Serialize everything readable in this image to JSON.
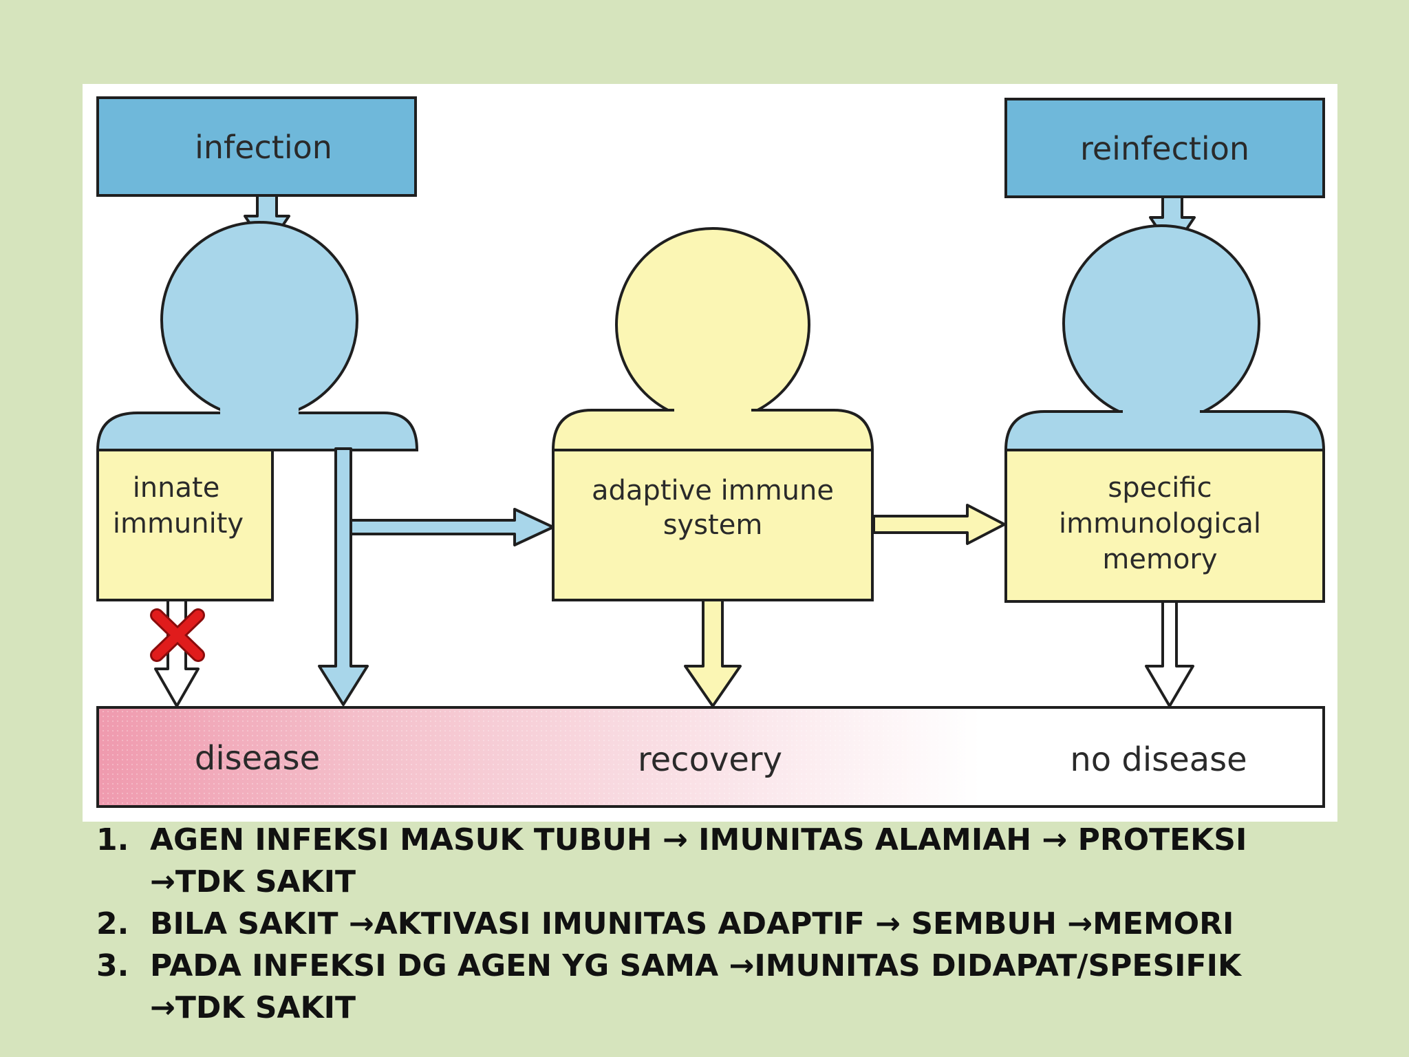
{
  "diagram": {
    "infection_label": "infection",
    "reinfection_label": "reinfection",
    "innate_label": [
      "innate",
      "immunity"
    ],
    "adaptive_label": [
      "adaptive immune",
      "system"
    ],
    "memory_label": [
      "specific",
      "immunological",
      "memory"
    ],
    "outcomes": {
      "disease": "disease",
      "recovery": "recovery",
      "no_disease": "no disease"
    },
    "colors": {
      "blue": "#a8d6ea",
      "blue_dark": "#6fb8da",
      "yellow": "#fbf6b4",
      "pink": "#ef9aae",
      "block_icon_red": "#e01c1c"
    }
  },
  "notes": [
    {
      "number": "1.",
      "lines": [
        "AGEN INFEKSI MASUK TUBUH → IMUNITAS ALAMIAH → PROTEKSI",
        "→TDK SAKIT"
      ]
    },
    {
      "number": "2.",
      "lines": [
        "BILA SAKIT →AKTIVASI IMUNITAS ADAPTIF → SEMBUH →MEMORI"
      ]
    },
    {
      "number": "3.",
      "lines": [
        "PADA INFEKSI DG AGEN YG SAMA →IMUNITAS DIDAPAT/SPESIFIK",
        "→TDK SAKIT"
      ]
    }
  ]
}
